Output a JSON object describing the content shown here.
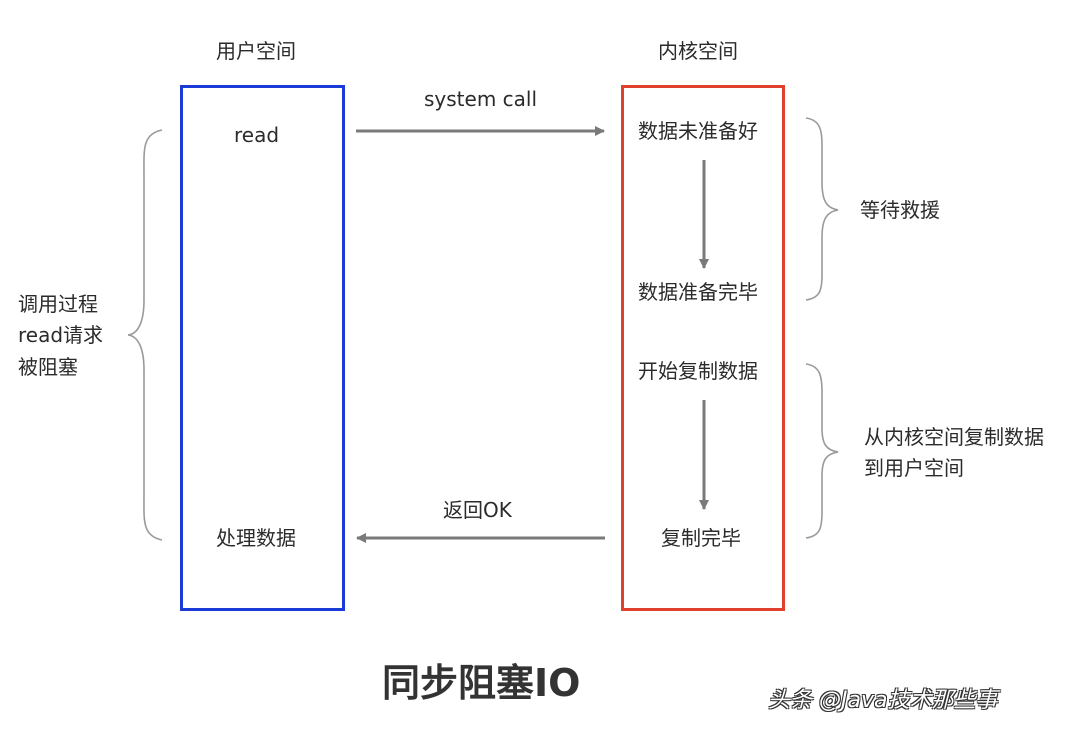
{
  "colors": {
    "user_box": "#1a3bd6",
    "kernel_box": "#e0402d",
    "arrow": "#7a7a7a",
    "brace": "#9a9a9a"
  },
  "headers": {
    "user_space": "用户空间",
    "kernel_space": "内核空间"
  },
  "user": {
    "read": "read",
    "process": "处理数据"
  },
  "kernel": {
    "not_ready": "数据未准备好",
    "ready": "数据准备完毕",
    "start_copy": "开始复制数据",
    "copy_done": "复制完毕"
  },
  "arrows": {
    "system_call": "system call",
    "return_ok": "返回OK"
  },
  "left_note": [
    "调用过程",
    "read请求",
    "被阻塞"
  ],
  "right_notes": {
    "wait": "等待救援",
    "copy": [
      "从内核空间复制数据",
      "到用户空间"
    ]
  },
  "title": "同步阻塞IO",
  "watermark": "头条 @Java技术那些事"
}
